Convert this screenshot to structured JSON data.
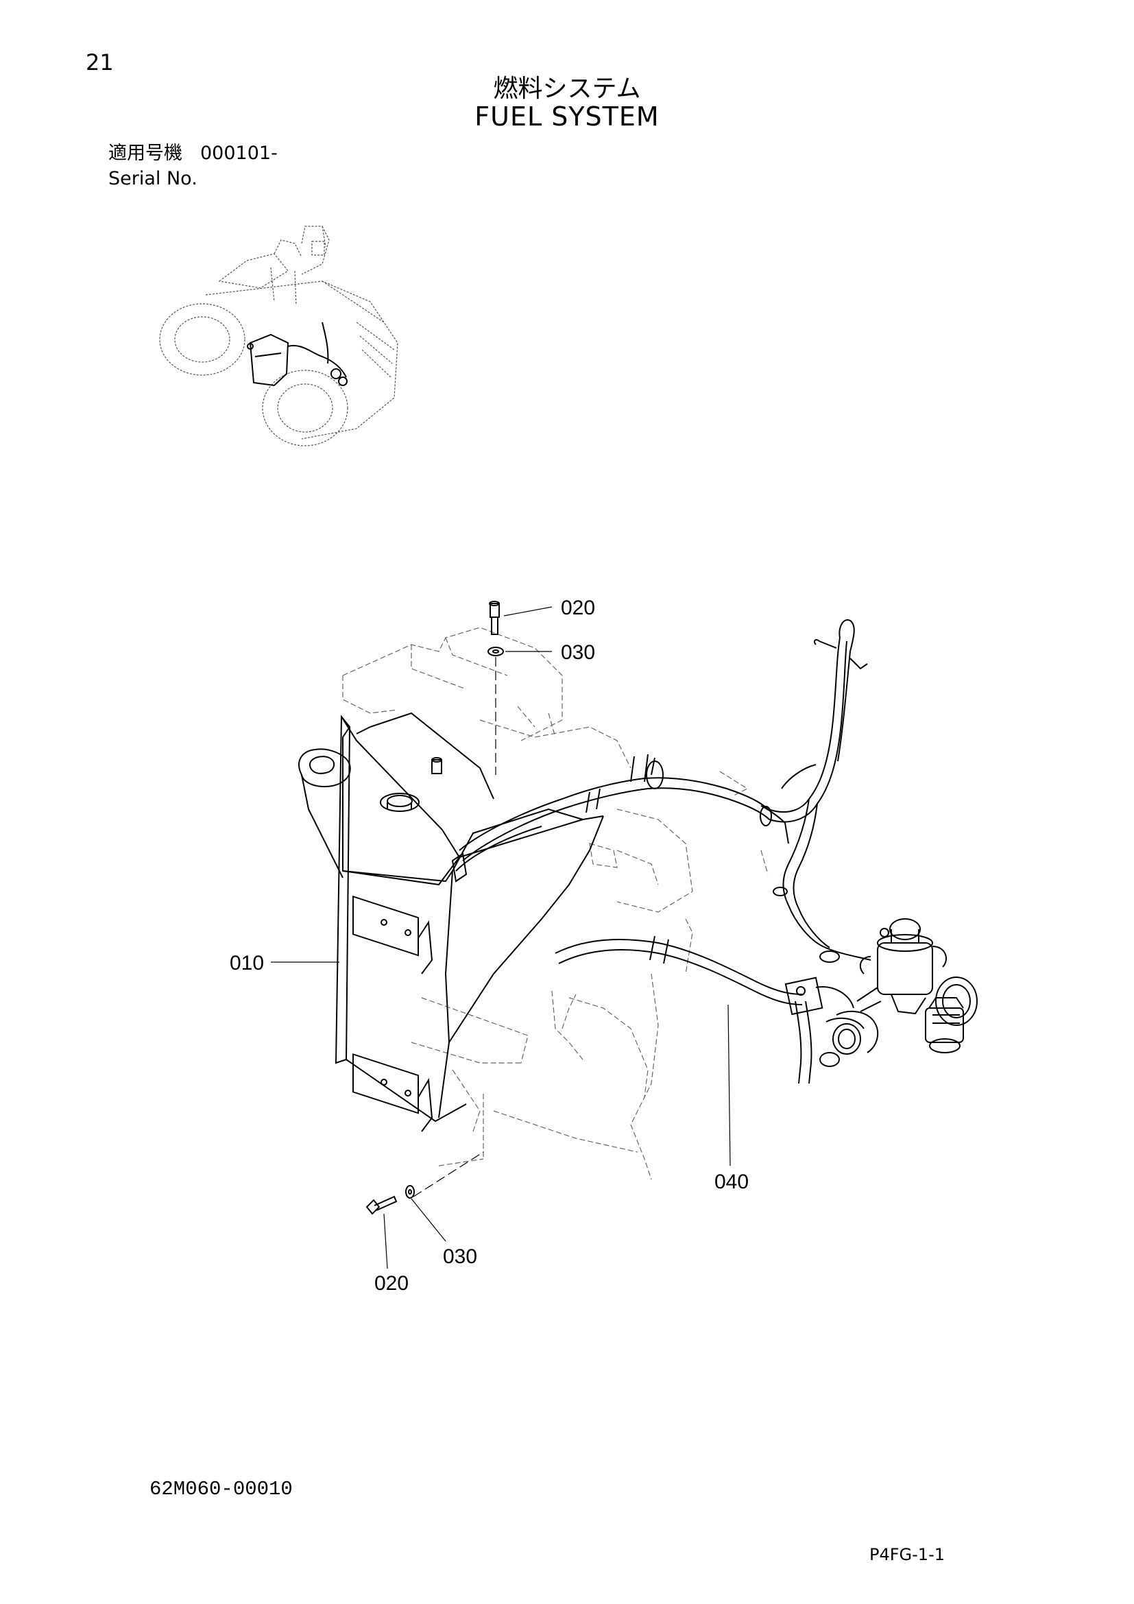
{
  "page": {
    "number": "21",
    "title_jp": "燃料システム",
    "title_en": "FUEL SYSTEM",
    "serial_label_jp": "適用号機",
    "serial_value": "000101-",
    "serial_label_en": "Serial No.",
    "drawing_number": "62M060-00010",
    "page_code": "P4FG-1-1"
  },
  "callouts": {
    "bolt_top": "020",
    "washer_top": "030",
    "tank": "010",
    "hose": "040",
    "washer_bottom": "030",
    "bolt_bottom": "020"
  }
}
